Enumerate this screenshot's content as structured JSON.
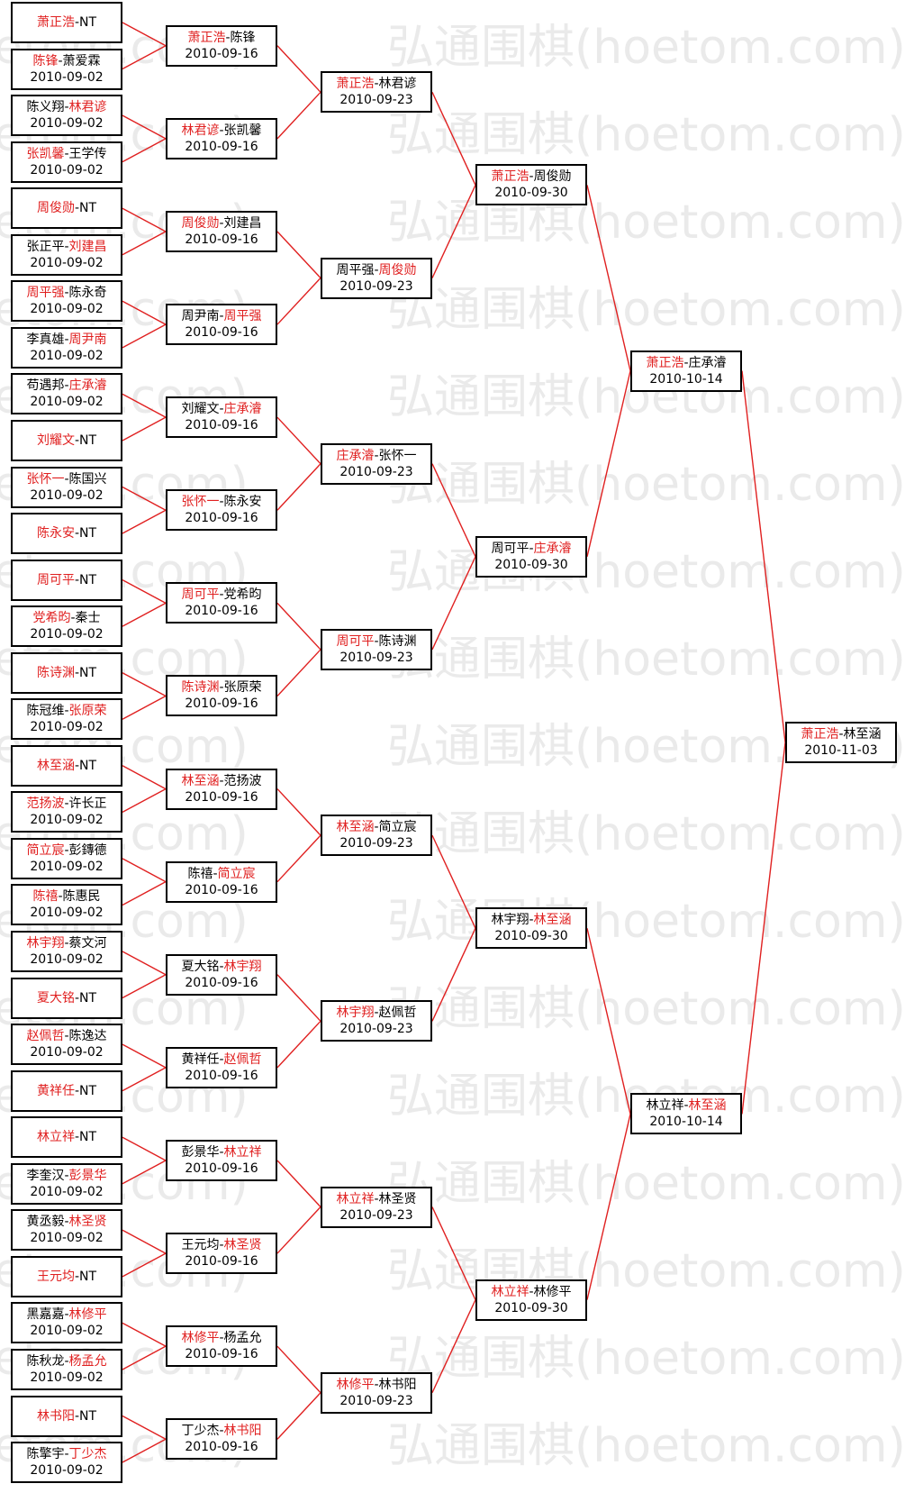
{
  "watermark": "弘通围棋(hoetom.com)",
  "colors": {
    "winner": "#e02020",
    "line": "#e02020",
    "text": "#000000",
    "border": "#000000"
  },
  "rounds": [
    {
      "round": 1,
      "matches": [
        {
          "p1": "萧正浩",
          "p2": "NT",
          "w": 1,
          "date": ""
        },
        {
          "p1": "陈锋",
          "p2": "萧爱霖",
          "w": 1,
          "date": "2010-09-02"
        },
        {
          "p1": "陈义翔",
          "p2": "林君谚",
          "w": 2,
          "date": "2010-09-02"
        },
        {
          "p1": "张凯馨",
          "p2": "王学传",
          "w": 1,
          "date": "2010-09-02"
        },
        {
          "p1": "周俊勋",
          "p2": "NT",
          "w": 1,
          "date": ""
        },
        {
          "p1": "张正平",
          "p2": "刘建昌",
          "w": 2,
          "date": "2010-09-02"
        },
        {
          "p1": "周平强",
          "p2": "陈永奇",
          "w": 1,
          "date": "2010-09-02"
        },
        {
          "p1": "李真雄",
          "p2": "周尹南",
          "w": 2,
          "date": "2010-09-02"
        },
        {
          "p1": "苟遇邦",
          "p2": "庄承濬",
          "w": 2,
          "date": "2010-09-02"
        },
        {
          "p1": "刘耀文",
          "p2": "NT",
          "w": 1,
          "date": ""
        },
        {
          "p1": "张怀一",
          "p2": "陈国兴",
          "w": 1,
          "date": "2010-09-02"
        },
        {
          "p1": "陈永安",
          "p2": "NT",
          "w": 1,
          "date": ""
        },
        {
          "p1": "周可平",
          "p2": "NT",
          "w": 1,
          "date": ""
        },
        {
          "p1": "党希昀",
          "p2": "秦士",
          "w": 1,
          "date": "2010-09-02"
        },
        {
          "p1": "陈诗渊",
          "p2": "NT",
          "w": 1,
          "date": ""
        },
        {
          "p1": "陈冠维",
          "p2": "张原荣",
          "w": 2,
          "date": "2010-09-02"
        },
        {
          "p1": "林至涵",
          "p2": "NT",
          "w": 1,
          "date": ""
        },
        {
          "p1": "范扬波",
          "p2": "许长正",
          "w": 1,
          "date": "2010-09-02"
        },
        {
          "p1": "简立宸",
          "p2": "彭鏄德",
          "w": 1,
          "date": "2010-09-02"
        },
        {
          "p1": "陈禧",
          "p2": "陈惠民",
          "w": 1,
          "date": "2010-09-02"
        },
        {
          "p1": "林宇翔",
          "p2": "蔡文河",
          "w": 1,
          "date": "2010-09-02"
        },
        {
          "p1": "夏大铭",
          "p2": "NT",
          "w": 1,
          "date": ""
        },
        {
          "p1": "赵佩哲",
          "p2": "陈逸达",
          "w": 1,
          "date": "2010-09-02"
        },
        {
          "p1": "黄祥任",
          "p2": "NT",
          "w": 1,
          "date": ""
        },
        {
          "p1": "林立祥",
          "p2": "NT",
          "w": 1,
          "date": ""
        },
        {
          "p1": "李奎汉",
          "p2": "彭景华",
          "w": 2,
          "date": "2010-09-02"
        },
        {
          "p1": "黄丞毅",
          "p2": "林圣贤",
          "w": 2,
          "date": "2010-09-02"
        },
        {
          "p1": "王元均",
          "p2": "NT",
          "w": 1,
          "date": ""
        },
        {
          "p1": "黑嘉嘉",
          "p2": "林修平",
          "w": 2,
          "date": "2010-09-02"
        },
        {
          "p1": "陈秋龙",
          "p2": "杨孟允",
          "w": 2,
          "date": "2010-09-02"
        },
        {
          "p1": "林书阳",
          "p2": "NT",
          "w": 1,
          "date": ""
        },
        {
          "p1": "陈擎宇",
          "p2": "丁少杰",
          "w": 2,
          "date": "2010-09-02"
        }
      ]
    },
    {
      "round": 2,
      "matches": [
        {
          "p1": "萧正浩",
          "p2": "陈锋",
          "w": 1,
          "date": "2010-09-16"
        },
        {
          "p1": "林君谚",
          "p2": "张凯馨",
          "w": 1,
          "date": "2010-09-16"
        },
        {
          "p1": "周俊勋",
          "p2": "刘建昌",
          "w": 1,
          "date": "2010-09-16"
        },
        {
          "p1": "周尹南",
          "p2": "周平强",
          "w": 2,
          "date": "2010-09-16"
        },
        {
          "p1": "刘耀文",
          "p2": "庄承濬",
          "w": 2,
          "date": "2010-09-16"
        },
        {
          "p1": "张怀一",
          "p2": "陈永安",
          "w": 1,
          "date": "2010-09-16"
        },
        {
          "p1": "周可平",
          "p2": "党希昀",
          "w": 1,
          "date": "2010-09-16"
        },
        {
          "p1": "陈诗渊",
          "p2": "张原荣",
          "w": 1,
          "date": "2010-09-16"
        },
        {
          "p1": "林至涵",
          "p2": "范扬波",
          "w": 1,
          "date": "2010-09-16"
        },
        {
          "p1": "陈禧",
          "p2": "简立宸",
          "w": 2,
          "date": "2010-09-16"
        },
        {
          "p1": "夏大铭",
          "p2": "林宇翔",
          "w": 2,
          "date": "2010-09-16"
        },
        {
          "p1": "黄祥任",
          "p2": "赵佩哲",
          "w": 2,
          "date": "2010-09-16"
        },
        {
          "p1": "彭景华",
          "p2": "林立祥",
          "w": 2,
          "date": "2010-09-16"
        },
        {
          "p1": "王元均",
          "p2": "林圣贤",
          "w": 2,
          "date": "2010-09-16"
        },
        {
          "p1": "林修平",
          "p2": "杨孟允",
          "w": 1,
          "date": "2010-09-16"
        },
        {
          "p1": "丁少杰",
          "p2": "林书阳",
          "w": 2,
          "date": "2010-09-16"
        }
      ]
    },
    {
      "round": 3,
      "matches": [
        {
          "p1": "萧正浩",
          "p2": "林君谚",
          "w": 1,
          "date": "2010-09-23"
        },
        {
          "p1": "周平强",
          "p2": "周俊勋",
          "w": 2,
          "date": "2010-09-23"
        },
        {
          "p1": "庄承濬",
          "p2": "张怀一",
          "w": 1,
          "date": "2010-09-23"
        },
        {
          "p1": "周可平",
          "p2": "陈诗渊",
          "w": 1,
          "date": "2010-09-23"
        },
        {
          "p1": "林至涵",
          "p2": "简立宸",
          "w": 1,
          "date": "2010-09-23"
        },
        {
          "p1": "林宇翔",
          "p2": "赵佩哲",
          "w": 1,
          "date": "2010-09-23"
        },
        {
          "p1": "林立祥",
          "p2": "林圣贤",
          "w": 1,
          "date": "2010-09-23"
        },
        {
          "p1": "林修平",
          "p2": "林书阳",
          "w": 1,
          "date": "2010-09-23"
        }
      ]
    },
    {
      "round": 4,
      "matches": [
        {
          "p1": "萧正浩",
          "p2": "周俊勋",
          "w": 1,
          "date": "2010-09-30"
        },
        {
          "p1": "周可平",
          "p2": "庄承濬",
          "w": 2,
          "date": "2010-09-30"
        },
        {
          "p1": "林宇翔",
          "p2": "林至涵",
          "w": 2,
          "date": "2010-09-30"
        },
        {
          "p1": "林立祥",
          "p2": "林修平",
          "w": 1,
          "date": "2010-09-30"
        }
      ]
    },
    {
      "round": 5,
      "matches": [
        {
          "p1": "萧正浩",
          "p2": "庄承濬",
          "w": 1,
          "date": "2010-10-14"
        },
        {
          "p1": "林立祥",
          "p2": "林至涵",
          "w": 2,
          "date": "2010-10-14"
        }
      ]
    },
    {
      "round": 6,
      "matches": [
        {
          "p1": "萧正浩",
          "p2": "林至涵",
          "w": 1,
          "date": "2010-11-03"
        }
      ]
    }
  ]
}
